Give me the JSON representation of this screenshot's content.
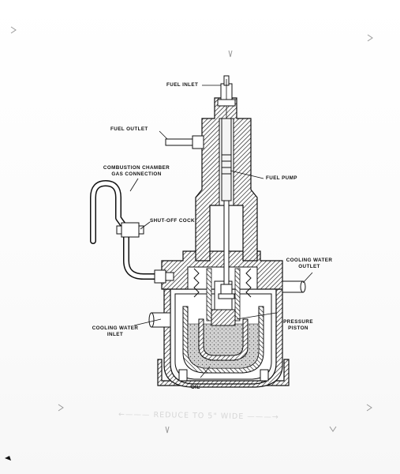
{
  "labels": {
    "fuel_inlet": "FUEL INLET",
    "fuel_outlet": "FUEL OUTLET",
    "combustion_line1": "COMBUSTION CHAMBER",
    "combustion_line2": "GAS CONNECTION",
    "fuel_pump": "FUEL PUMP",
    "shutoff_cock": "SHUT-OFF COCK",
    "cooling_outlet_line1": "COOLING WATER",
    "cooling_outlet_line2": "OUTLET",
    "cooling_inlet_line1": "COOLING WATER",
    "cooling_inlet_line2": "INLET",
    "pressure_line1": "PRESSURE",
    "pressure_line2": "PISTON",
    "oil": "OIL"
  },
  "handwritten_note": "REDUCE TO 5\" WIDE",
  "colors": {
    "ink": "#111111",
    "paper": "#ffffff",
    "oil_fill": "#cfcfcf",
    "faint_note": "#d6d6d6"
  }
}
